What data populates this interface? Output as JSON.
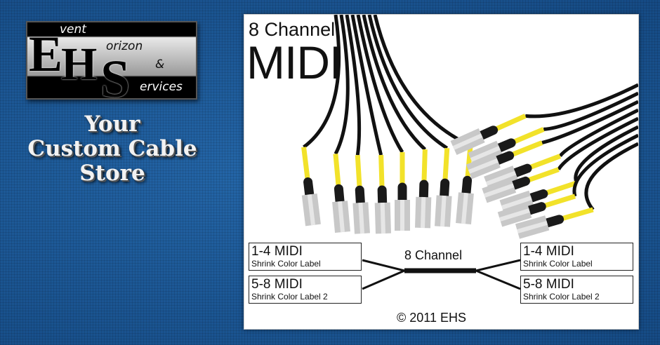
{
  "logo": {
    "letters": [
      "E",
      "H",
      "S"
    ],
    "words": [
      "vent",
      "orizon",
      "&",
      "ervices"
    ]
  },
  "tagline": [
    "Your",
    "Custom Cable",
    "Store"
  ],
  "product": {
    "title_line1": "8 Channel",
    "title_line2": "MIDI",
    "diagram": {
      "center_label": "8 Channel",
      "left": [
        {
          "title": "1-4 MIDI",
          "subtitle": "Shrink Color Label"
        },
        {
          "title": "5-8 MIDI",
          "subtitle": "Shrink Color Label 2"
        }
      ],
      "right": [
        {
          "title": "1-4 MIDI",
          "subtitle": "Shrink Color Label"
        },
        {
          "title": "5-8 MIDI",
          "subtitle": "Shrink Color Label 2"
        }
      ]
    },
    "copyright": "© 2011 EHS"
  },
  "colors": {
    "background": "#1d5b99",
    "cable": "#111111",
    "shrink": "#f2e22a",
    "connector": "#c8c8c8"
  }
}
